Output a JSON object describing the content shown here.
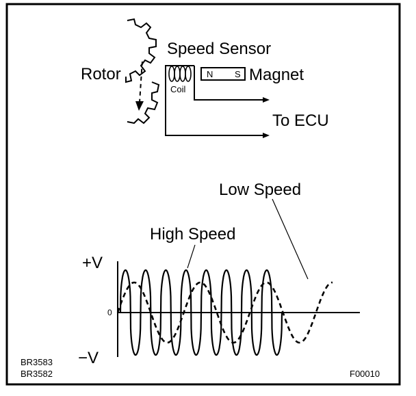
{
  "labels": {
    "rotor": "Rotor",
    "speed_sensor": "Speed Sensor",
    "coil": "Coil",
    "magnet_n": "N",
    "magnet_s": "S",
    "magnet": "Magnet",
    "to_ecu": "To ECU",
    "low_speed": "Low Speed",
    "high_speed": "High Speed",
    "plus_v": "+V",
    "minus_v": "−V",
    "zero": "0"
  },
  "codes": {
    "br3583": "BR3583",
    "br3582": "BR3582",
    "f00010": "F00010"
  },
  "waveform": {
    "high_speed_cycles": 8,
    "low_speed_cycles": 3
  }
}
